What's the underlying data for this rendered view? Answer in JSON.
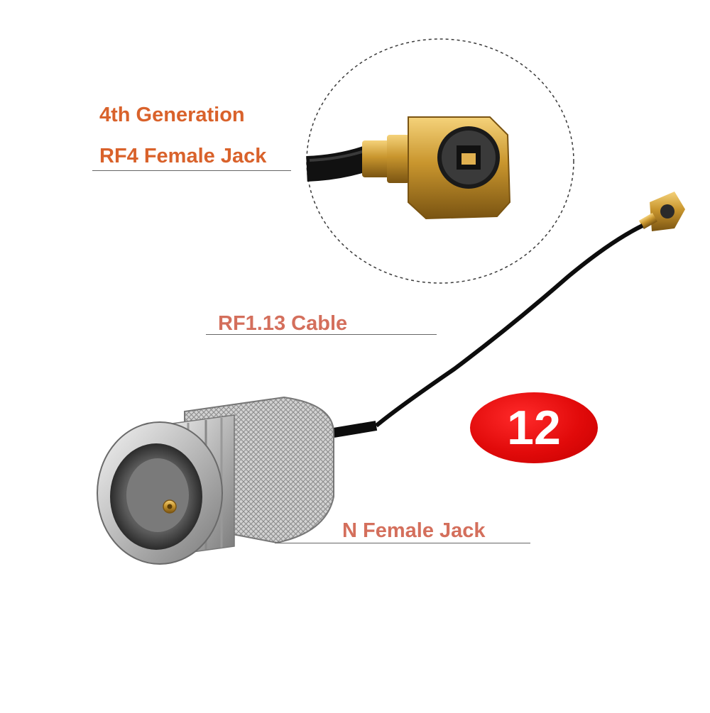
{
  "labels": {
    "generation": "4th Generation",
    "rf4_jack": "RF4 Female Jack",
    "cable": "RF1.13 Cable",
    "n_jack": "N Female Jack"
  },
  "badge": {
    "number": "12",
    "color": "#e10a0a"
  },
  "colors": {
    "label_orange": "#d9622b",
    "label_salmon": "#d46f5c",
    "connector_gold": "#c9962e",
    "cable_black": "#111111",
    "n_connector_silver": "#c8c8c8"
  },
  "icons": {
    "rf4_connector": "rf4-connector-icon",
    "n_connector": "n-female-connector-icon",
    "cable": "coax-cable-icon",
    "zoom_circle": "dashed-zoom-circle"
  }
}
